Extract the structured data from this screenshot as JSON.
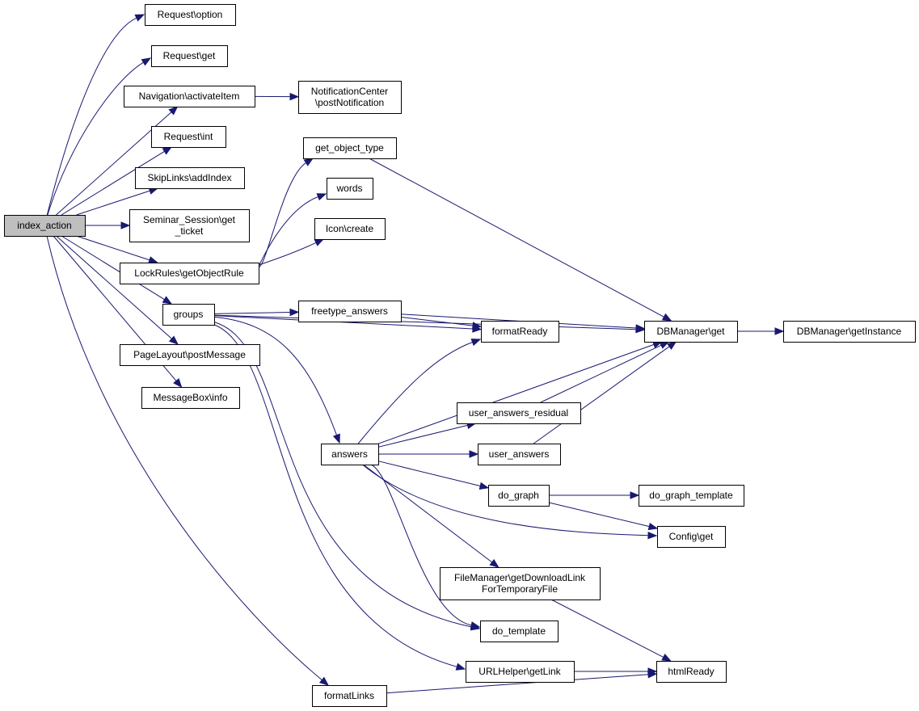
{
  "diagram": {
    "edge_color": "#191970",
    "root_fill": "#bfbfbf",
    "nodes": [
      {
        "id": "index_action",
        "lines": [
          "index_action"
        ],
        "root": true
      },
      {
        "id": "req_option",
        "lines": [
          "Request\\option"
        ]
      },
      {
        "id": "req_get",
        "lines": [
          "Request\\get"
        ]
      },
      {
        "id": "nav_activate",
        "lines": [
          "Navigation\\activateItem"
        ]
      },
      {
        "id": "notif_post",
        "lines": [
          "NotificationCenter",
          "\\postNotification"
        ]
      },
      {
        "id": "req_int",
        "lines": [
          "Request\\int"
        ]
      },
      {
        "id": "skip_addindex",
        "lines": [
          "SkipLinks\\addIndex"
        ]
      },
      {
        "id": "seminar_ticket",
        "lines": [
          "Seminar_Session\\get",
          "_ticket"
        ]
      },
      {
        "id": "lockrules",
        "lines": [
          "LockRules\\getObjectRule"
        ]
      },
      {
        "id": "get_object_type",
        "lines": [
          "get_object_type"
        ]
      },
      {
        "id": "words",
        "lines": [
          "words"
        ]
      },
      {
        "id": "icon_create",
        "lines": [
          "Icon\\create"
        ]
      },
      {
        "id": "groups",
        "lines": [
          "groups"
        ]
      },
      {
        "id": "freetype",
        "lines": [
          "freetype_answers"
        ]
      },
      {
        "id": "formatready",
        "lines": [
          "formatReady"
        ]
      },
      {
        "id": "dbm_get",
        "lines": [
          "DBManager\\get"
        ]
      },
      {
        "id": "dbm_instance",
        "lines": [
          "DBManager\\getInstance"
        ]
      },
      {
        "id": "pagelayout",
        "lines": [
          "PageLayout\\postMessage"
        ]
      },
      {
        "id": "msgbox",
        "lines": [
          "MessageBox\\info"
        ]
      },
      {
        "id": "uar",
        "lines": [
          "user_answers_residual"
        ]
      },
      {
        "id": "answers",
        "lines": [
          "answers"
        ]
      },
      {
        "id": "user_answers",
        "lines": [
          "user_answers"
        ]
      },
      {
        "id": "do_graph",
        "lines": [
          "do_graph"
        ]
      },
      {
        "id": "do_graph_template",
        "lines": [
          "do_graph_template"
        ]
      },
      {
        "id": "config_get",
        "lines": [
          "Config\\get"
        ]
      },
      {
        "id": "filemanager",
        "lines": [
          "FileManager\\getDownloadLink",
          "ForTemporaryFile"
        ]
      },
      {
        "id": "do_template",
        "lines": [
          "do_template"
        ]
      },
      {
        "id": "urlhelper",
        "lines": [
          "URLHelper\\getLink"
        ]
      },
      {
        "id": "htmlready",
        "lines": [
          "htmlReady"
        ]
      },
      {
        "id": "formatlinks",
        "lines": [
          "formatLinks"
        ]
      }
    ],
    "edges": [
      {
        "from": "index_action",
        "to": "req_option"
      },
      {
        "from": "index_action",
        "to": "req_get"
      },
      {
        "from": "index_action",
        "to": "nav_activate"
      },
      {
        "from": "index_action",
        "to": "req_int"
      },
      {
        "from": "index_action",
        "to": "skip_addindex"
      },
      {
        "from": "index_action",
        "to": "seminar_ticket"
      },
      {
        "from": "index_action",
        "to": "lockrules"
      },
      {
        "from": "index_action",
        "to": "groups"
      },
      {
        "from": "index_action",
        "to": "pagelayout"
      },
      {
        "from": "index_action",
        "to": "msgbox"
      },
      {
        "from": "index_action",
        "to": "formatlinks"
      },
      {
        "from": "nav_activate",
        "to": "notif_post"
      },
      {
        "from": "lockrules",
        "to": "get_object_type"
      },
      {
        "from": "lockrules",
        "to": "words"
      },
      {
        "from": "lockrules",
        "to": "icon_create"
      },
      {
        "from": "get_object_type",
        "to": "dbm_get"
      },
      {
        "from": "groups",
        "to": "dbm_get"
      },
      {
        "from": "groups",
        "to": "freetype"
      },
      {
        "from": "groups",
        "to": "formatready"
      },
      {
        "from": "groups",
        "to": "answers"
      },
      {
        "from": "groups",
        "to": "do_template"
      },
      {
        "from": "groups",
        "to": "urlhelper"
      },
      {
        "from": "freetype",
        "to": "dbm_get"
      },
      {
        "from": "freetype",
        "to": "formatready"
      },
      {
        "from": "dbm_get",
        "to": "dbm_instance"
      },
      {
        "from": "answers",
        "to": "formatready"
      },
      {
        "from": "answers",
        "to": "dbm_get"
      },
      {
        "from": "answers",
        "to": "uar"
      },
      {
        "from": "answers",
        "to": "user_answers"
      },
      {
        "from": "answers",
        "to": "do_graph"
      },
      {
        "from": "answers",
        "to": "config_get"
      },
      {
        "from": "answers",
        "to": "filemanager"
      },
      {
        "from": "answers",
        "to": "do_template"
      },
      {
        "from": "uar",
        "to": "dbm_get"
      },
      {
        "from": "user_answers",
        "to": "dbm_get"
      },
      {
        "from": "do_graph",
        "to": "do_graph_template"
      },
      {
        "from": "do_graph",
        "to": "config_get"
      },
      {
        "from": "filemanager",
        "to": "htmlready"
      },
      {
        "from": "urlhelper",
        "to": "htmlready"
      },
      {
        "from": "formatlinks",
        "to": "htmlready"
      }
    ]
  }
}
